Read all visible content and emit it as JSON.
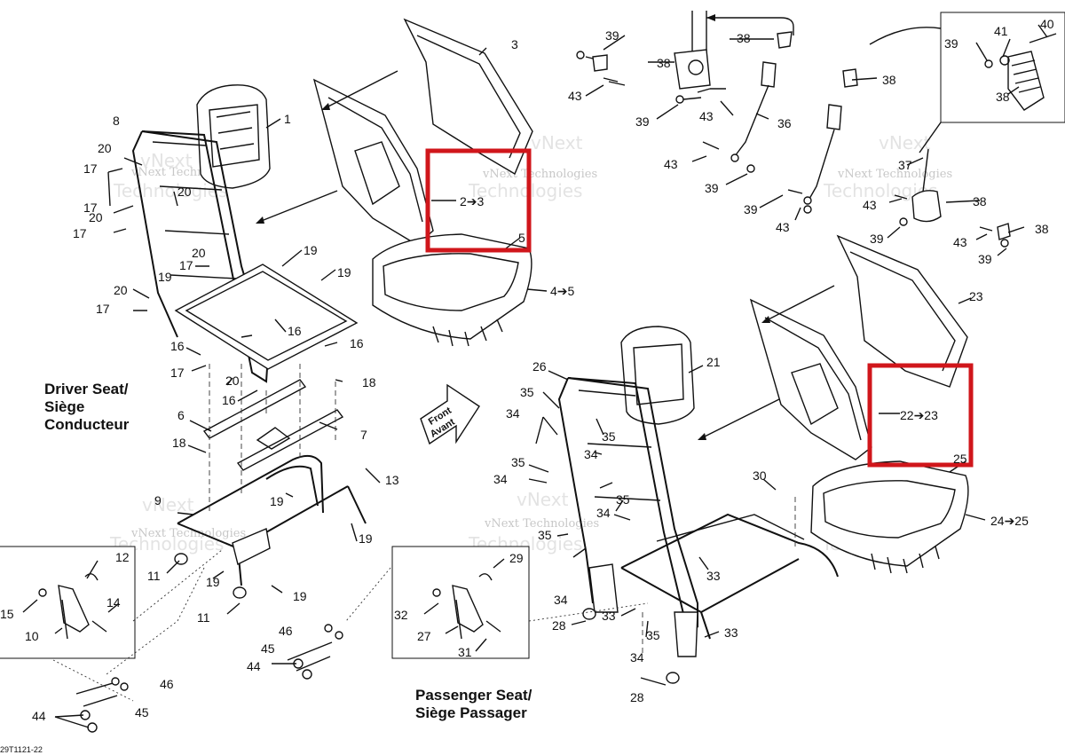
{
  "diagram": {
    "code": "29T1121-22",
    "driver_title": [
      "Driver Seat/",
      "Siège",
      "Conducteur"
    ],
    "passenger_title": [
      "Passenger Seat/",
      "Siège Passager"
    ],
    "front_arrow": [
      "Front",
      "Avant"
    ],
    "watermark": [
      "vNext Technologies",
      "vNext",
      "Technologies"
    ],
    "highlight_color": "#d0161b",
    "labels": [
      {
        "id": "l1",
        "text": "1"
      },
      {
        "id": "l2to3",
        "text": "2➔3"
      },
      {
        "id": "l3",
        "text": "3"
      },
      {
        "id": "l4to5",
        "text": "4➔5"
      },
      {
        "id": "l5",
        "text": "5"
      },
      {
        "id": "l6",
        "text": "6"
      },
      {
        "id": "l7",
        "text": "7"
      },
      {
        "id": "l8",
        "text": "8"
      },
      {
        "id": "l9",
        "text": "9"
      },
      {
        "id": "l10",
        "text": "10"
      },
      {
        "id": "l11a",
        "text": "11"
      },
      {
        "id": "l11b",
        "text": "11"
      },
      {
        "id": "l12",
        "text": "12"
      },
      {
        "id": "l13",
        "text": "13"
      },
      {
        "id": "l14",
        "text": "14"
      },
      {
        "id": "l15",
        "text": "15"
      },
      {
        "id": "l16a",
        "text": "16"
      },
      {
        "id": "l16b",
        "text": "16"
      },
      {
        "id": "l16c",
        "text": "16"
      },
      {
        "id": "l16d",
        "text": "16"
      },
      {
        "id": "l17a",
        "text": "17"
      },
      {
        "id": "l17b",
        "text": "17"
      },
      {
        "id": "l17c",
        "text": "17"
      },
      {
        "id": "l17d",
        "text": "17"
      },
      {
        "id": "l17e",
        "text": "17"
      },
      {
        "id": "l17f",
        "text": "17"
      },
      {
        "id": "l18a",
        "text": "18"
      },
      {
        "id": "l18b",
        "text": "18"
      },
      {
        "id": "l19a",
        "text": "19"
      },
      {
        "id": "l19b",
        "text": "19"
      },
      {
        "id": "l19c",
        "text": "19"
      },
      {
        "id": "l19d",
        "text": "19"
      },
      {
        "id": "l19e",
        "text": "19"
      },
      {
        "id": "l19f",
        "text": "19"
      },
      {
        "id": "l19g",
        "text": "19"
      },
      {
        "id": "l20a",
        "text": "20"
      },
      {
        "id": "l20b",
        "text": "20"
      },
      {
        "id": "l20c",
        "text": "20"
      },
      {
        "id": "l20d",
        "text": "20"
      },
      {
        "id": "l20e",
        "text": "20"
      },
      {
        "id": "l20f",
        "text": "20"
      },
      {
        "id": "l21",
        "text": "21"
      },
      {
        "id": "l22to23",
        "text": "22➔23"
      },
      {
        "id": "l23",
        "text": "23"
      },
      {
        "id": "l24to25",
        "text": "24➔25"
      },
      {
        "id": "l25",
        "text": "25"
      },
      {
        "id": "l26",
        "text": "26"
      },
      {
        "id": "l27",
        "text": "27"
      },
      {
        "id": "l28a",
        "text": "28"
      },
      {
        "id": "l28b",
        "text": "28"
      },
      {
        "id": "l29",
        "text": "29"
      },
      {
        "id": "l30",
        "text": "30"
      },
      {
        "id": "l31",
        "text": "31"
      },
      {
        "id": "l32",
        "text": "32"
      },
      {
        "id": "l33a",
        "text": "33"
      },
      {
        "id": "l33b",
        "text": "33"
      },
      {
        "id": "l33c",
        "text": "33"
      },
      {
        "id": "l34a",
        "text": "34"
      },
      {
        "id": "l34b",
        "text": "34"
      },
      {
        "id": "l34c",
        "text": "34"
      },
      {
        "id": "l34d",
        "text": "34"
      },
      {
        "id": "l34e",
        "text": "34"
      },
      {
        "id": "l34f",
        "text": "34"
      },
      {
        "id": "l35a",
        "text": "35"
      },
      {
        "id": "l35b",
        "text": "35"
      },
      {
        "id": "l35c",
        "text": "35"
      },
      {
        "id": "l35d",
        "text": "35"
      },
      {
        "id": "l35e",
        "text": "35"
      },
      {
        "id": "l35f",
        "text": "35"
      },
      {
        "id": "l36",
        "text": "36"
      },
      {
        "id": "l37",
        "text": "37"
      },
      {
        "id": "l38a",
        "text": "38"
      },
      {
        "id": "l38b",
        "text": "38"
      },
      {
        "id": "l38c",
        "text": "38"
      },
      {
        "id": "l38d",
        "text": "38"
      },
      {
        "id": "l38e",
        "text": "38"
      },
      {
        "id": "l38f",
        "text": "38"
      },
      {
        "id": "l39a",
        "text": "39"
      },
      {
        "id": "l39b",
        "text": "39"
      },
      {
        "id": "l39c",
        "text": "39"
      },
      {
        "id": "l39d",
        "text": "39"
      },
      {
        "id": "l39e",
        "text": "39"
      },
      {
        "id": "l39f",
        "text": "39"
      },
      {
        "id": "l39g",
        "text": "39"
      },
      {
        "id": "l40",
        "text": "40"
      },
      {
        "id": "l41",
        "text": "41"
      },
      {
        "id": "l43a",
        "text": "43"
      },
      {
        "id": "l43b",
        "text": "43"
      },
      {
        "id": "l43c",
        "text": "43"
      },
      {
        "id": "l43d",
        "text": "43"
      },
      {
        "id": "l43e",
        "text": "43"
      },
      {
        "id": "l43f",
        "text": "43"
      },
      {
        "id": "l44a",
        "text": "44"
      },
      {
        "id": "l44b",
        "text": "44"
      },
      {
        "id": "l45a",
        "text": "45"
      },
      {
        "id": "l45b",
        "text": "45"
      },
      {
        "id": "l46a",
        "text": "46"
      },
      {
        "id": "l46b",
        "text": "46"
      }
    ]
  }
}
